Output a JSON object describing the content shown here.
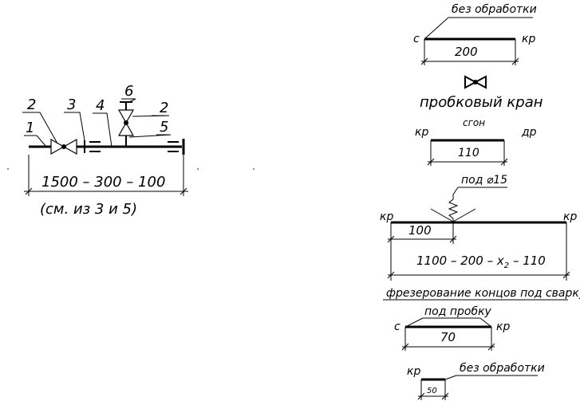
{
  "left_detail": {
    "callouts": [
      "1",
      "2",
      "3",
      "4",
      "6",
      "2",
      "5"
    ],
    "dimension": "1500 – 300 – 100",
    "note": "(см. из 3 и 5)"
  },
  "right_parts": {
    "part_200": {
      "top_note": "без обработки",
      "left_end": "с",
      "right_end": "кр",
      "length": "200"
    },
    "valve_caption": "пробковый кран",
    "part_110": {
      "title": "сгон",
      "left_end": "кр",
      "right_end": "др",
      "length": "110"
    },
    "pipe": {
      "leader_note": "под ⌀15",
      "left_end": "кр",
      "right_end": "кр",
      "offset": "100",
      "length_prefix": "1100 – 200 –",
      "length_var": "x",
      "length_sub": "2",
      "length_suffix": "– 110",
      "bottom_note": "фрезерование концов под сварку"
    },
    "part_70": {
      "top_note": "под пробку",
      "left_end": "с",
      "right_end": "кр",
      "length": "70"
    },
    "part_50": {
      "left_end": "кр",
      "top_note": "без обработки",
      "length": "50"
    }
  }
}
